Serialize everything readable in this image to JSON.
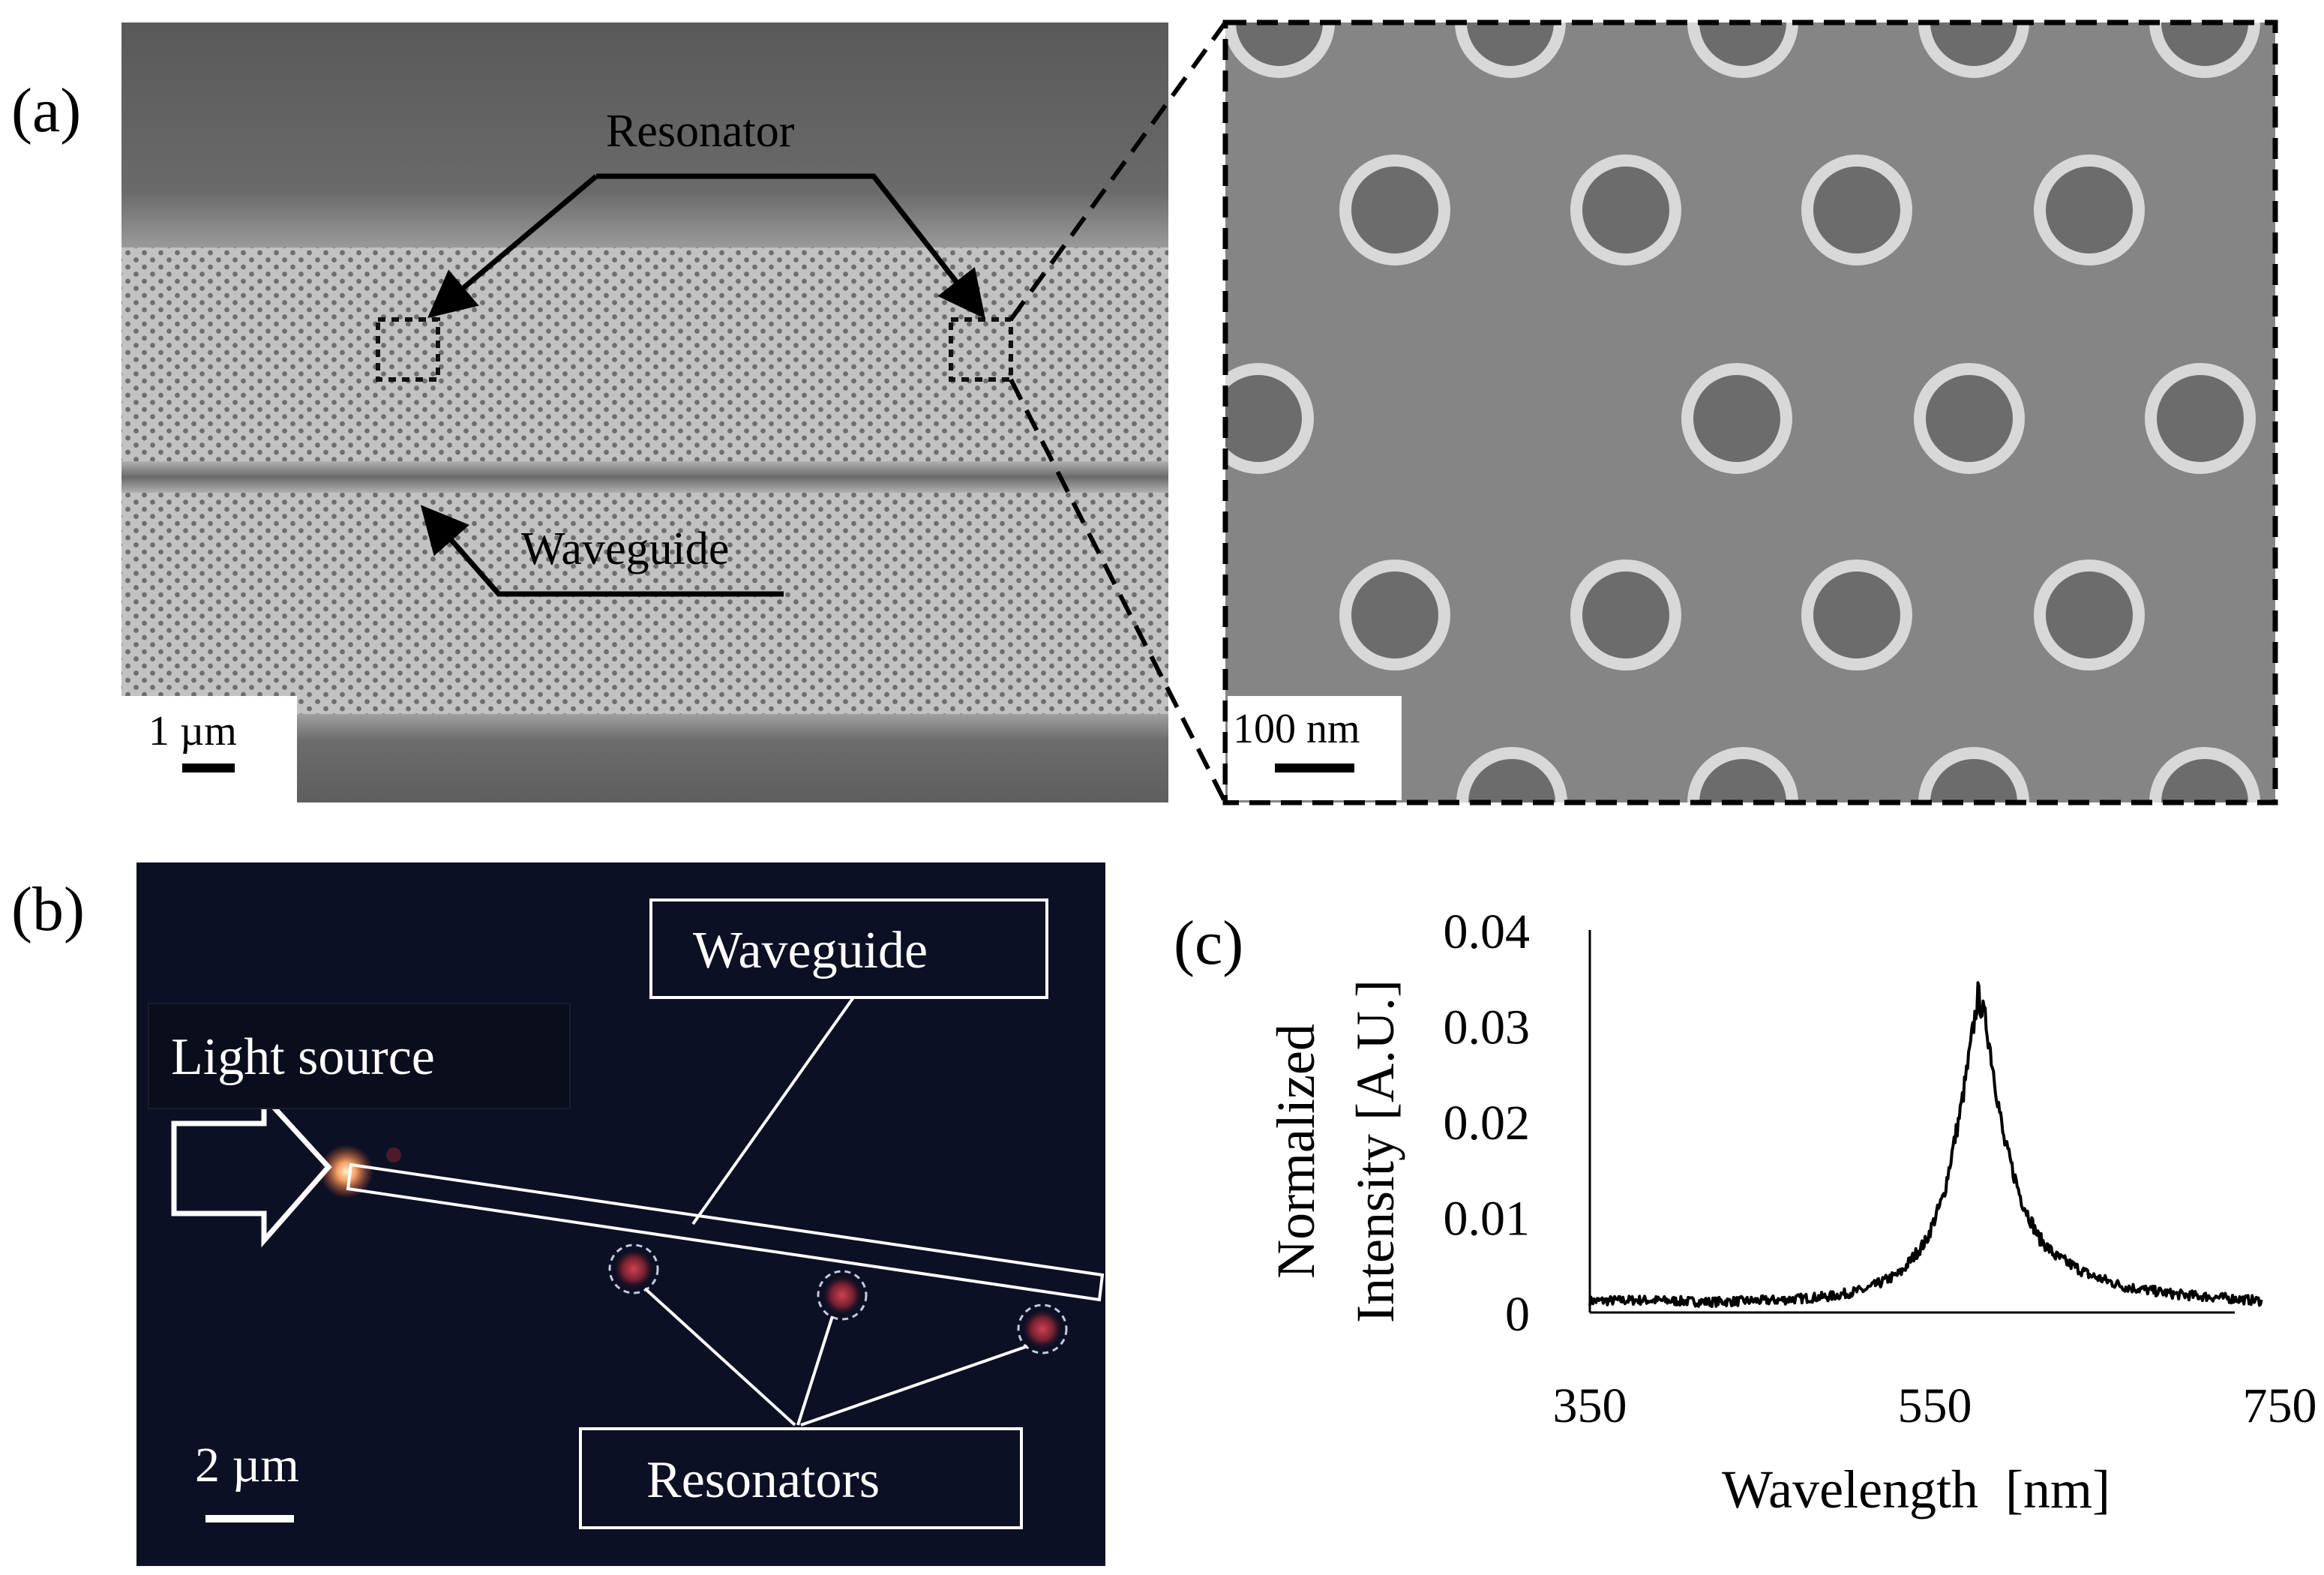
{
  "panels": {
    "a": {
      "label": "(a)",
      "resonator_label": "Resonator",
      "waveguide_label": "Waveguide",
      "scale_left": "1 µm",
      "scale_right": "100 nm"
    },
    "b": {
      "label": "(b)",
      "waveguide_label": "Waveguide",
      "light_source_label": "Light source",
      "resonators_label": "Resonators",
      "scale": "2 µm"
    },
    "c": {
      "label": "(c)"
    }
  },
  "chart_data": {
    "type": "line",
    "xlabel": "Wavelength  [nm]",
    "ylabel_line1": "Normalized",
    "ylabel_line2": "Intensity  [A.U.]",
    "xlim": [
      350,
      750
    ],
    "ylim": [
      0,
      0.04
    ],
    "x_ticks": [
      "350",
      "550",
      "750"
    ],
    "y_ticks": [
      "0",
      "0.01",
      "0.02",
      "0.03",
      "0.04"
    ],
    "series": [
      {
        "x": [
          350,
          380,
          420,
          460,
          490,
          510,
          530,
          545,
          555,
          565,
          570,
          575,
          580,
          585,
          590,
          600,
          610,
          620,
          640,
          660,
          690,
          720,
          740
        ],
        "values": [
          0.0012,
          0.0013,
          0.0011,
          0.0013,
          0.0017,
          0.0024,
          0.0041,
          0.0075,
          0.0121,
          0.0212,
          0.0268,
          0.0332,
          0.0301,
          0.0241,
          0.0181,
          0.0119,
          0.0079,
          0.0059,
          0.0039,
          0.0027,
          0.0019,
          0.0015,
          0.0012
        ]
      }
    ],
    "colors": {
      "line": "#000000"
    }
  }
}
